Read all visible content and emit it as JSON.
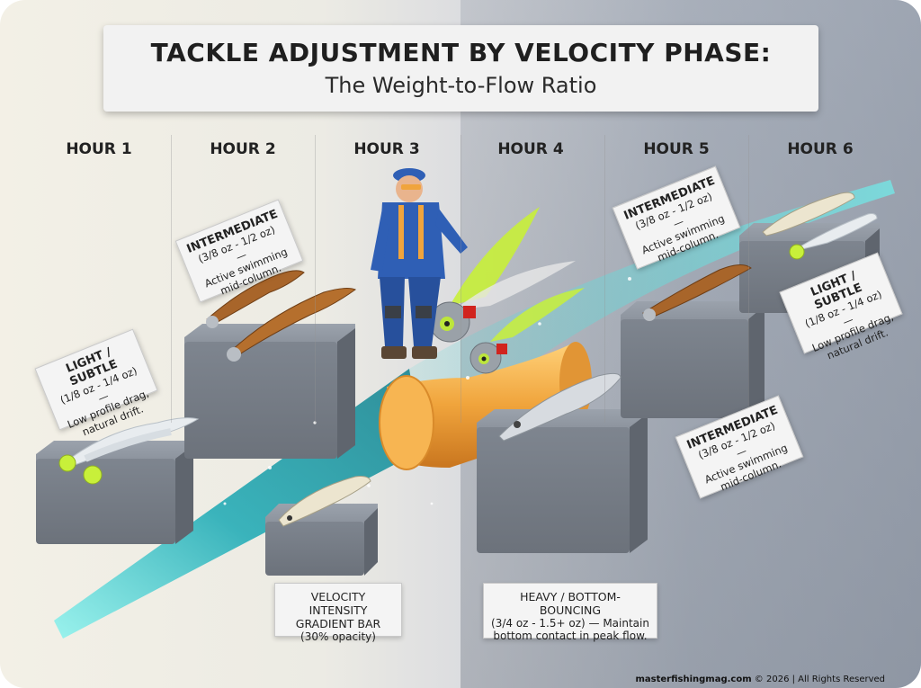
{
  "title": {
    "line1": "TACKLE ADJUSTMENT BY VELOCITY PHASE:",
    "line2": "The Weight-to-Flow Ratio"
  },
  "hours": [
    "HOUR 1",
    "HOUR 2",
    "HOUR 3",
    "HOUR 4",
    "HOUR 5",
    "HOUR 6"
  ],
  "cards": {
    "hour1": {
      "heading": "LIGHT / SUBTLE",
      "lines": [
        "(1/8 oz - 1/4 oz) —",
        "Low profile drag,",
        "natural drift."
      ]
    },
    "hour2": {
      "heading": "INTERMEDIATE",
      "lines": [
        "(3/8 oz - 1/2 oz) —",
        "Active swimming",
        "mid-column."
      ]
    },
    "hour5_top": {
      "heading": "INTERMEDIATE",
      "lines": [
        "(3/8 oz - 1/2 oz) —",
        "Active swimming",
        "mid-column."
      ]
    },
    "hour6": {
      "heading": "LIGHT / SUBTLE",
      "lines": [
        "(1/8 oz - 1/4 oz) —",
        "Low profile drag,",
        "natural drift."
      ]
    },
    "hour5_bottom": {
      "heading": "INTERMEDIATE",
      "lines": [
        "(3/8 oz - 1/2 oz) —",
        "Active swimming",
        "mid-column."
      ]
    }
  },
  "notes": {
    "velocity": {
      "line1": "VELOCITY INTENSITY",
      "line2": "GRADIENT BAR",
      "line3": "(30% opacity)"
    },
    "heavy": {
      "line1": "HEAVY / BOTTOM-BOUNCING",
      "line2": "(3/4 oz - 1.5+ oz) — Maintain",
      "line3": "bottom contact in peak flow."
    }
  },
  "footer": {
    "site": "masterfishingmag.com",
    "rights": " © 2026 | All Rights Reserved"
  },
  "colors": {
    "teal": "#1fc7c9",
    "orange": "#f0a43c",
    "chartreuse": "#c8f03a",
    "pedestal": "#8a919b",
    "jacket": "#2f5fb5"
  }
}
